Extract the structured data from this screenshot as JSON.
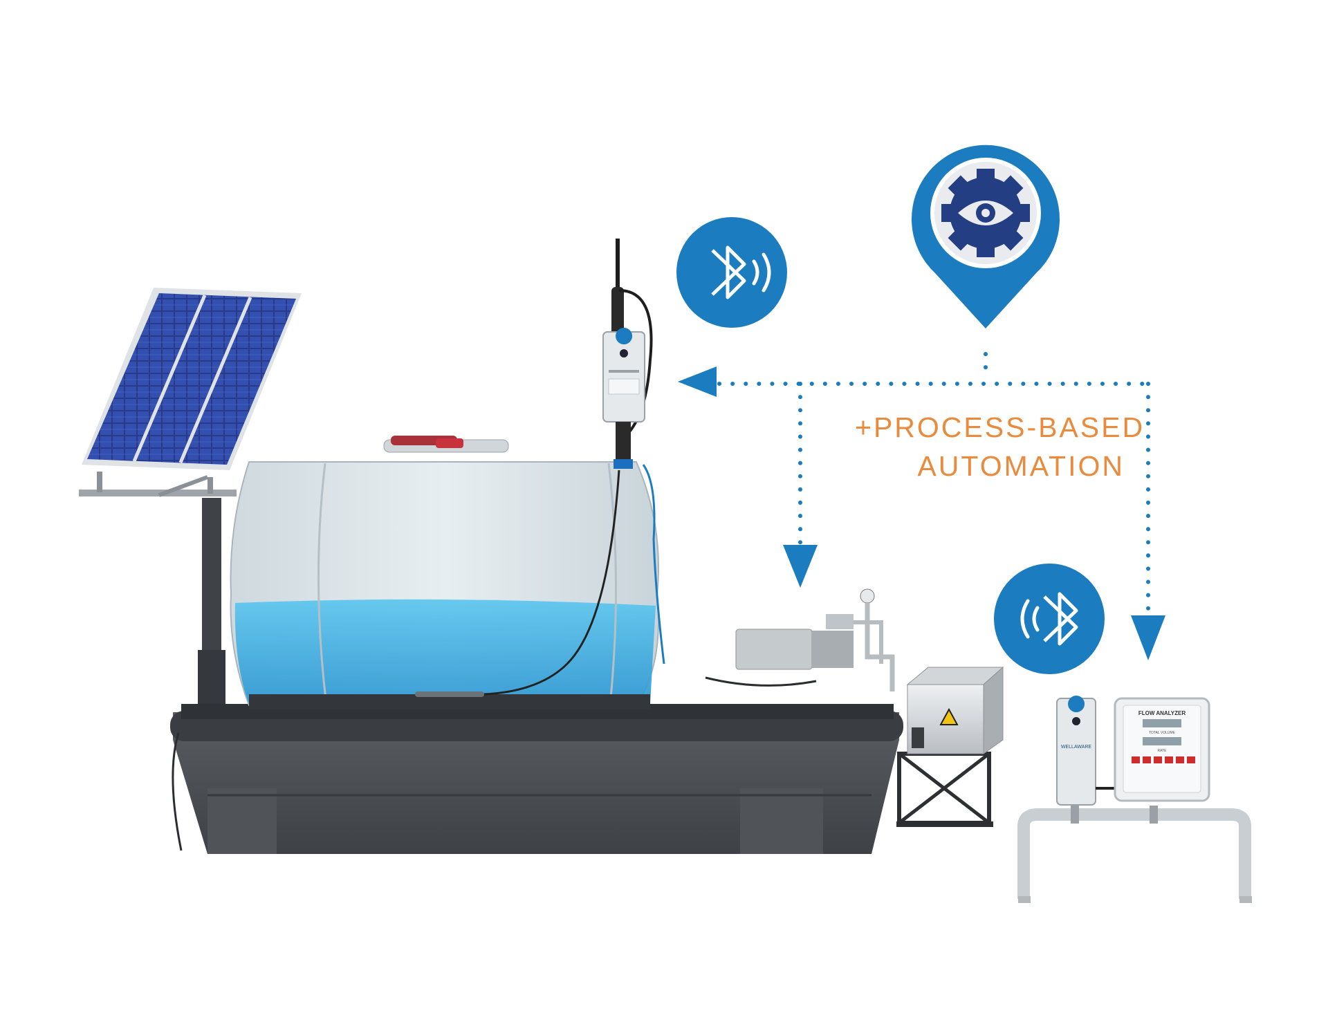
{
  "callout": {
    "line1": "+PROCESS-BASED",
    "line2": "AUTOMATION"
  },
  "flow_analyzer": {
    "title": "FLOW ANALYZER",
    "top_unit": "TOTAL VOLUME",
    "bottom_unit": "RATE"
  },
  "device": {
    "brand": "WELLAWARE"
  },
  "icons": {
    "bluetooth_left": "bluetooth-signal-icon",
    "bluetooth_right": "bluetooth-signal-icon",
    "automation_pin": "gear-eye-location-pin-icon",
    "hazard": "electrical-hazard-icon"
  },
  "colors": {
    "brand_blue": "#1b7dc0",
    "icon_navy": "#233e82",
    "accent_orange": "#e98a3c",
    "tank_water": "#4db8e4",
    "containment_gray": "#4a4d52"
  }
}
